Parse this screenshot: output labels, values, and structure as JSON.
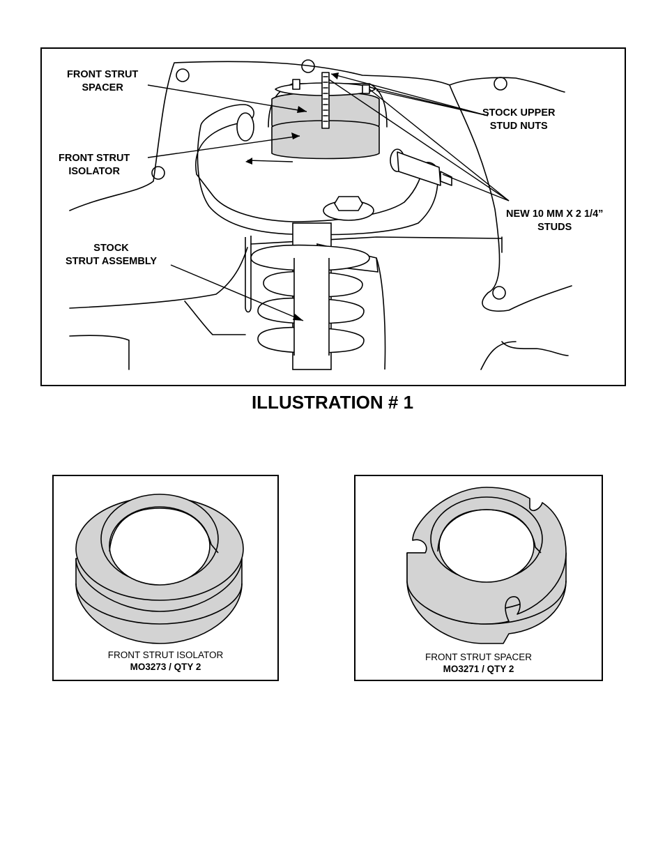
{
  "illustration": {
    "title": "ILLUSTRATION # 1",
    "callouts": {
      "front_strut_spacer": [
        "FRONT STRUT",
        "SPACER"
      ],
      "front_strut_isolator": [
        "FRONT STRUT",
        "ISOLATOR"
      ],
      "stock_strut_assembly": [
        "STOCK",
        "STRUT ASSEMBLY"
      ],
      "stock_upper_stud_nuts": [
        "STOCK UPPER",
        "STUD NUTS"
      ],
      "new_studs": [
        "NEW 10 MM X 2 1/4”",
        "STUDS"
      ]
    }
  },
  "parts": {
    "isolator": {
      "name": "FRONT STRUT ISOLATOR",
      "part_qty": "MO3273 / QTY 2"
    },
    "spacer": {
      "name": "FRONT STRUT SPACER",
      "part_qty": "MO3271 / QTY 2"
    }
  },
  "colors": {
    "part_fill": "#d3d3d3",
    "line": "#000000",
    "background": "#ffffff"
  }
}
